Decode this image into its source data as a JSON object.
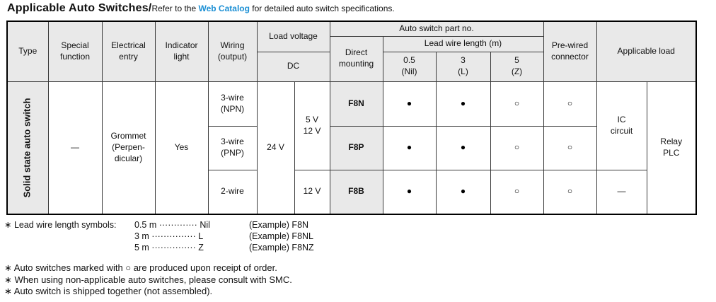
{
  "title": {
    "heading": "Applicable Auto Switches/",
    "refer_prefix": "Refer to the ",
    "link_text": "Web Catalog",
    "refer_suffix": " for detailed auto switch specifications."
  },
  "colors": {
    "link_blue": "#1b8fd4",
    "header_gray": "#e9e9e9"
  },
  "table": {
    "header": {
      "type": "Type",
      "special_function": "Special\nfunction",
      "electrical_entry": "Electrical\nentry",
      "indicator_light": "Indicator\nlight",
      "wiring_output": "Wiring\n(output)",
      "load_voltage": "Load voltage",
      "dc": "DC",
      "auto_switch_part_no": "Auto switch part no.",
      "direct_mounting": "Direct\nmounting",
      "lead_wire_length": "Lead wire length (m)",
      "lead_05": "0.5\n(Nil)",
      "lead_3": "3\n(L)",
      "lead_5": "5\n(Z)",
      "pre_wired": "Pre-wired\nconnector",
      "applicable_load": "Applicable load"
    },
    "body": {
      "type_label": "Solid state auto switch",
      "special_function": "—",
      "electrical_entry": "Grommet\n(Perpen-\ndicular)",
      "indicator_light": "Yes",
      "voltage_24": "24 V",
      "voltage_5_12": "5 V\n12 V",
      "voltage_12": "12 V",
      "ic_circuit": "IC\ncircuit",
      "ic_none": "—",
      "relay_plc": "Relay\nPLC"
    },
    "rows": [
      {
        "wiring": "3-wire\n(NPN)",
        "part_no": "F8N",
        "lead_05": "●",
        "lead_3": "●",
        "lead_5": "○",
        "pre_wired": "○"
      },
      {
        "wiring": "3-wire\n(PNP)",
        "part_no": "F8P",
        "lead_05": "●",
        "lead_3": "●",
        "lead_5": "○",
        "pre_wired": "○"
      },
      {
        "wiring": "2-wire",
        "part_no": "F8B",
        "lead_05": "●",
        "lead_3": "●",
        "lead_5": "○",
        "pre_wired": "○"
      }
    ]
  },
  "footnotes": {
    "lead_wire_label": "∗ Lead wire length symbols:",
    "lead_wire_entries": [
      {
        "mapping": "0.5 m ············· Nil",
        "example": "(Example) F8N"
      },
      {
        "mapping": "3 m ··············· L",
        "example": "(Example) F8NL"
      },
      {
        "mapping": "5 m ··············· Z",
        "example": "(Example) F8NZ"
      }
    ],
    "notes": [
      "∗ Auto switches marked with ○ are produced upon receipt of order.",
      "∗ When using non-applicable auto switches, please consult with SMC.",
      "∗ Auto switch is shipped together (not assembled)."
    ]
  }
}
